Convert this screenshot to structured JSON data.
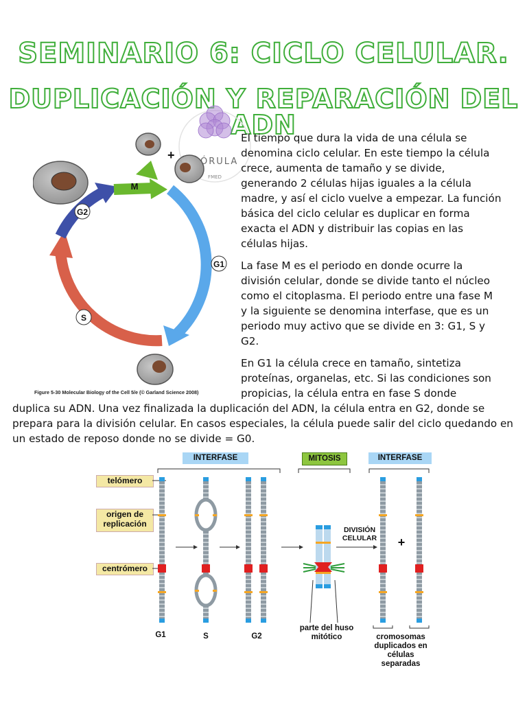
{
  "title": {
    "line1": "SEMINARIO 6: CICLO CELULAR.",
    "line2": "DUPLICACIÓN Y REPARACIÓN DEL ADN"
  },
  "logo": {
    "name": "MÓRULA",
    "sub": "FMED"
  },
  "cycle_figure": {
    "phases": {
      "m": "M",
      "g1": "G1",
      "s": "S",
      "g2": "G2"
    },
    "plus": "+",
    "caption": "Figure 5-30  Molecular Biology of the Cell 5/e (© Garland Science 2008)"
  },
  "text": {
    "p1": "El tiempo que dura la vida de una célula se denomina ciclo celular. En este tiempo la célula crece, aumenta de tamaño y se divide, generando 2 células hijas iguales a la célula madre, y así el ciclo vuelve a empezar. La función básica del ciclo celular es duplicar en forma exacta el ADN y distribuir las copias en las células hijas.",
    "p2": "La fase M es el periodo en donde ocurre la división celular, donde se divide tanto el núcleo como el citoplasma. El periodo entre una fase M y la siguiente se denomina interfase, que es un periodo muy activo que se divide en 3: G1, S y G2.",
    "p3a": "En G1 la célula crece en tamaño, sintetiza proteínas, organelas, etc. Si las condiciones son propicias, la célula entra en fase S donde",
    "p3b": "duplica su ADN. Una vez finalizada la duplicación del ADN, la célula entra en G2, donde se prepara para la división celular. En casos especiales, la célula puede salir del ciclo quedando en un estado de reposo donde no se divide = G0."
  },
  "chromosome_figure": {
    "phase_interfase_1": "INTERFASE",
    "phase_mitosis": "MITOSIS",
    "phase_interfase_2": "INTERFASE",
    "label_telomero": "telómero",
    "label_origen_1": "origen de",
    "label_origen_2": "replicación",
    "label_centromero": "centrómero",
    "label_g1": "G1",
    "label_s": "S",
    "label_g2": "G2",
    "label_division_1": "DIVISIÓN",
    "label_division_2": "CELULAR",
    "label_plus": "+",
    "label_huso_1": "parte del huso",
    "label_huso_2": "mitótico",
    "label_crom_1": "cromosomas",
    "label_crom_2": "duplicados en",
    "label_crom_3": "células",
    "label_crom_4": "separadas"
  },
  "colors": {
    "title_green": "#3fae3a",
    "arrow_blue": "#5aa8ea",
    "arrow_red": "#d8604a",
    "arrow_navy": "#3e50a8",
    "arrow_green": "#6ab82e",
    "interfase_box": "#a9d6f5",
    "mitosis_box": "#8dc63f",
    "label_box": "#f4e8a4"
  }
}
